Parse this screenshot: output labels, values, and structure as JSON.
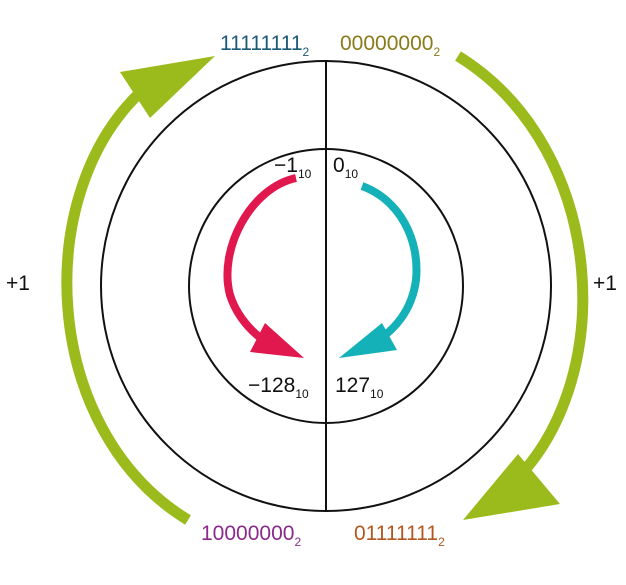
{
  "colors": {
    "outer_arrow": "#9bbb1c",
    "inner_left_arrow": "#e0184e",
    "inner_right_arrow": "#14b2b8",
    "top_left_binary": "#1c5a78",
    "top_right_binary": "#8a7a18",
    "bottom_left_binary": "#8a2a8c",
    "bottom_right_binary": "#b2581e",
    "stroke": "#111111"
  },
  "labels": {
    "top_left": {
      "value": "11111111",
      "base": "2"
    },
    "top_right": {
      "value": "00000000",
      "base": "2"
    },
    "bottom_left": {
      "value": "10000000",
      "base": "2"
    },
    "bottom_right": {
      "value": "01111111",
      "base": "2"
    },
    "inner_top_left": {
      "value": "−1",
      "base": "10"
    },
    "inner_top_right": {
      "value": "0",
      "base": "10"
    },
    "inner_bottom_left": {
      "value": "−128",
      "base": "10"
    },
    "inner_bottom_right": {
      "value": "127",
      "base": "10"
    },
    "left_increment": "+1",
    "right_increment": "+1"
  }
}
